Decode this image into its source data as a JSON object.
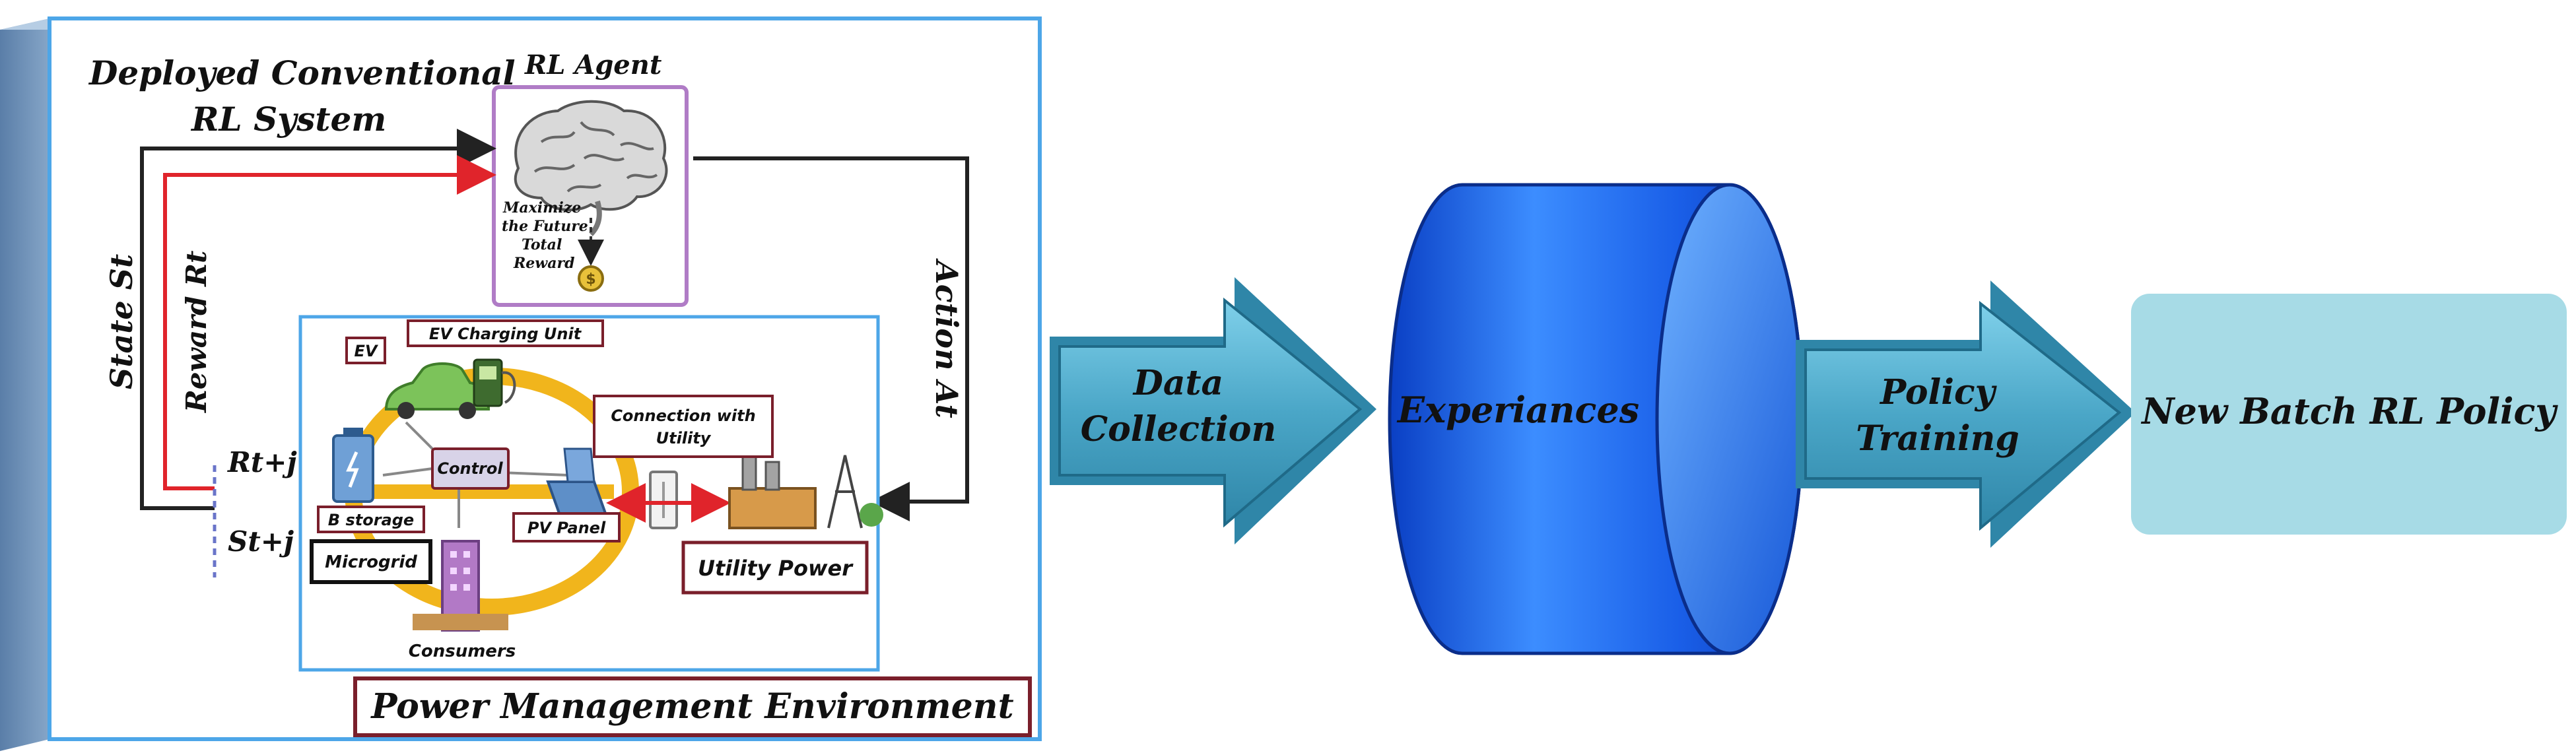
{
  "system": {
    "title_line1": "Deployed Conventional",
    "title_line2": "RL System"
  },
  "agent": {
    "title": "RL Agent",
    "goal_line1": "Maximize",
    "goal_line2": "the Future",
    "goal_line3": "Total",
    "goal_line4": "Reward"
  },
  "signals": {
    "state": "State St",
    "reward": "Reward Rt",
    "action": "Action At",
    "next_reward": "Rt+j",
    "next_state": "St+j"
  },
  "microgrid": {
    "ev": "EV",
    "ev_charging": "EV Charging Unit",
    "connection_line1": "Connection with",
    "connection_line2": "Utility",
    "control": "Control",
    "storage": "B storage",
    "pv_panel": "PV Panel",
    "microgrid": "Microgrid",
    "utility_power": "Utility Power",
    "consumers": "Consumers"
  },
  "environment": {
    "title": "Power Management Environment"
  },
  "pipeline": {
    "data_collection_line1": "Data",
    "data_collection_line2": "Collection",
    "experiences": "Experiances",
    "policy_training_line1": "Policy",
    "policy_training_line2": "Training",
    "new_policy": "New Batch RL Policy"
  },
  "colors": {
    "frame_blue": "#4da6e8",
    "frame_side": "#6d8fb5",
    "agent_border": "#b07cc6",
    "label_border": "#7a1f2b",
    "reward_red": "#e0242b",
    "cylinder_blue": "#1c66f0",
    "arrow_teal": "#4aa6c7",
    "policy_box": "#a7dbe6"
  }
}
